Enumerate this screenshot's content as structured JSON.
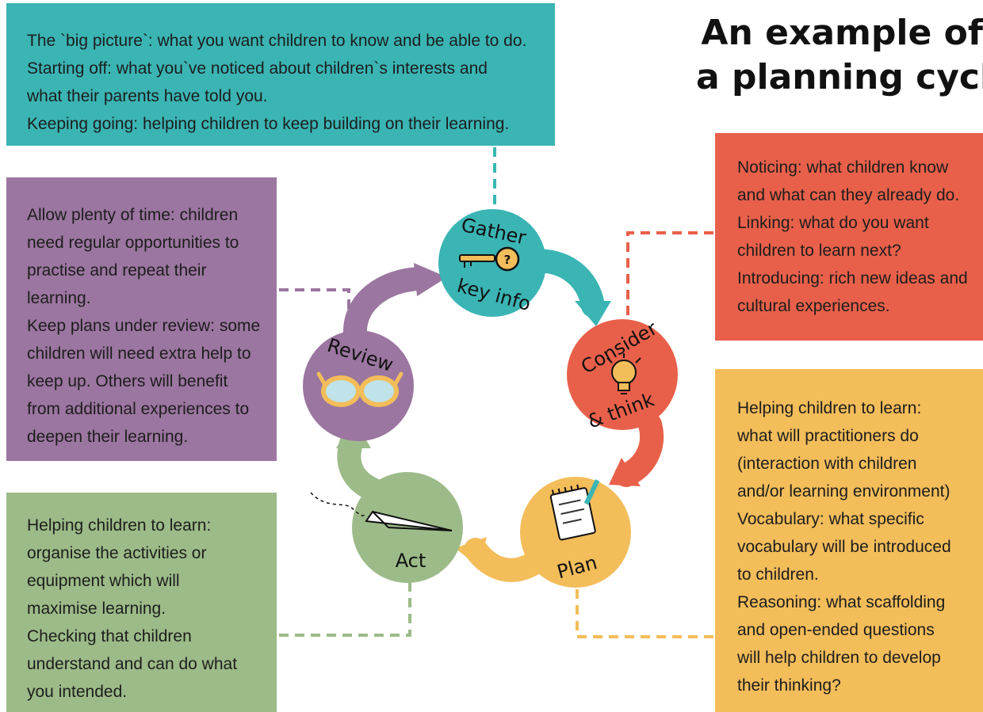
{
  "title": {
    "line1": "An example of",
    "line2": "a planning cycle"
  },
  "colors": {
    "gather": "#3bb4b4",
    "consider": "#e8604a",
    "plan": "#f3bd5a",
    "act": "#9cbb88",
    "review": "#9b76a0"
  },
  "stages": {
    "gather": {
      "line1": "Gather",
      "line2": "key info",
      "icon": "key-icon"
    },
    "consider": {
      "line1": "Consider",
      "line2": "& think",
      "icon": "lightbulb-icon"
    },
    "plan": {
      "label": "Plan",
      "icon": "notepad-icon"
    },
    "act": {
      "label": "Act",
      "icon": "paper-plane-icon"
    },
    "review": {
      "label": "Review",
      "icon": "glasses-icon"
    }
  },
  "boxes": {
    "gather": [
      "The `big picture`: what you want children to know and be able to do.",
      "Starting off: what you`ve noticed about children`s interests and",
      "what their parents have told you.",
      "Keeping going: helping children to keep building on their learning."
    ],
    "consider": [
      "Noticing: what children know",
      "and what can they already do.",
      "Linking: what do you want",
      "children to learn next?",
      "Introducing: rich new ideas and",
      "cultural experiences."
    ],
    "review": [
      "Allow plenty of time: children",
      "need regular opportunities to",
      "practise and repeat their",
      "learning.",
      "Keep plans under review: some",
      "children will need extra help to",
      "keep up. Others will benefit",
      "from additional experiences to",
      "deepen their learning."
    ],
    "plan": [
      "Helping children to learn:",
      "what will practitioners do",
      "(interaction with children",
      "and/or learning environment)",
      "Vocabulary: what specific",
      "vocabulary will be introduced",
      "to children.",
      "Reasoning: what scaffolding",
      "and open-ended questions",
      "will help children to develop",
      "their thinking?"
    ],
    "act": [
      "Helping children to learn:",
      "organise the activities or",
      "equipment which will",
      "maximise learning.",
      "Checking that children",
      "understand and can do what",
      "you intended."
    ]
  }
}
